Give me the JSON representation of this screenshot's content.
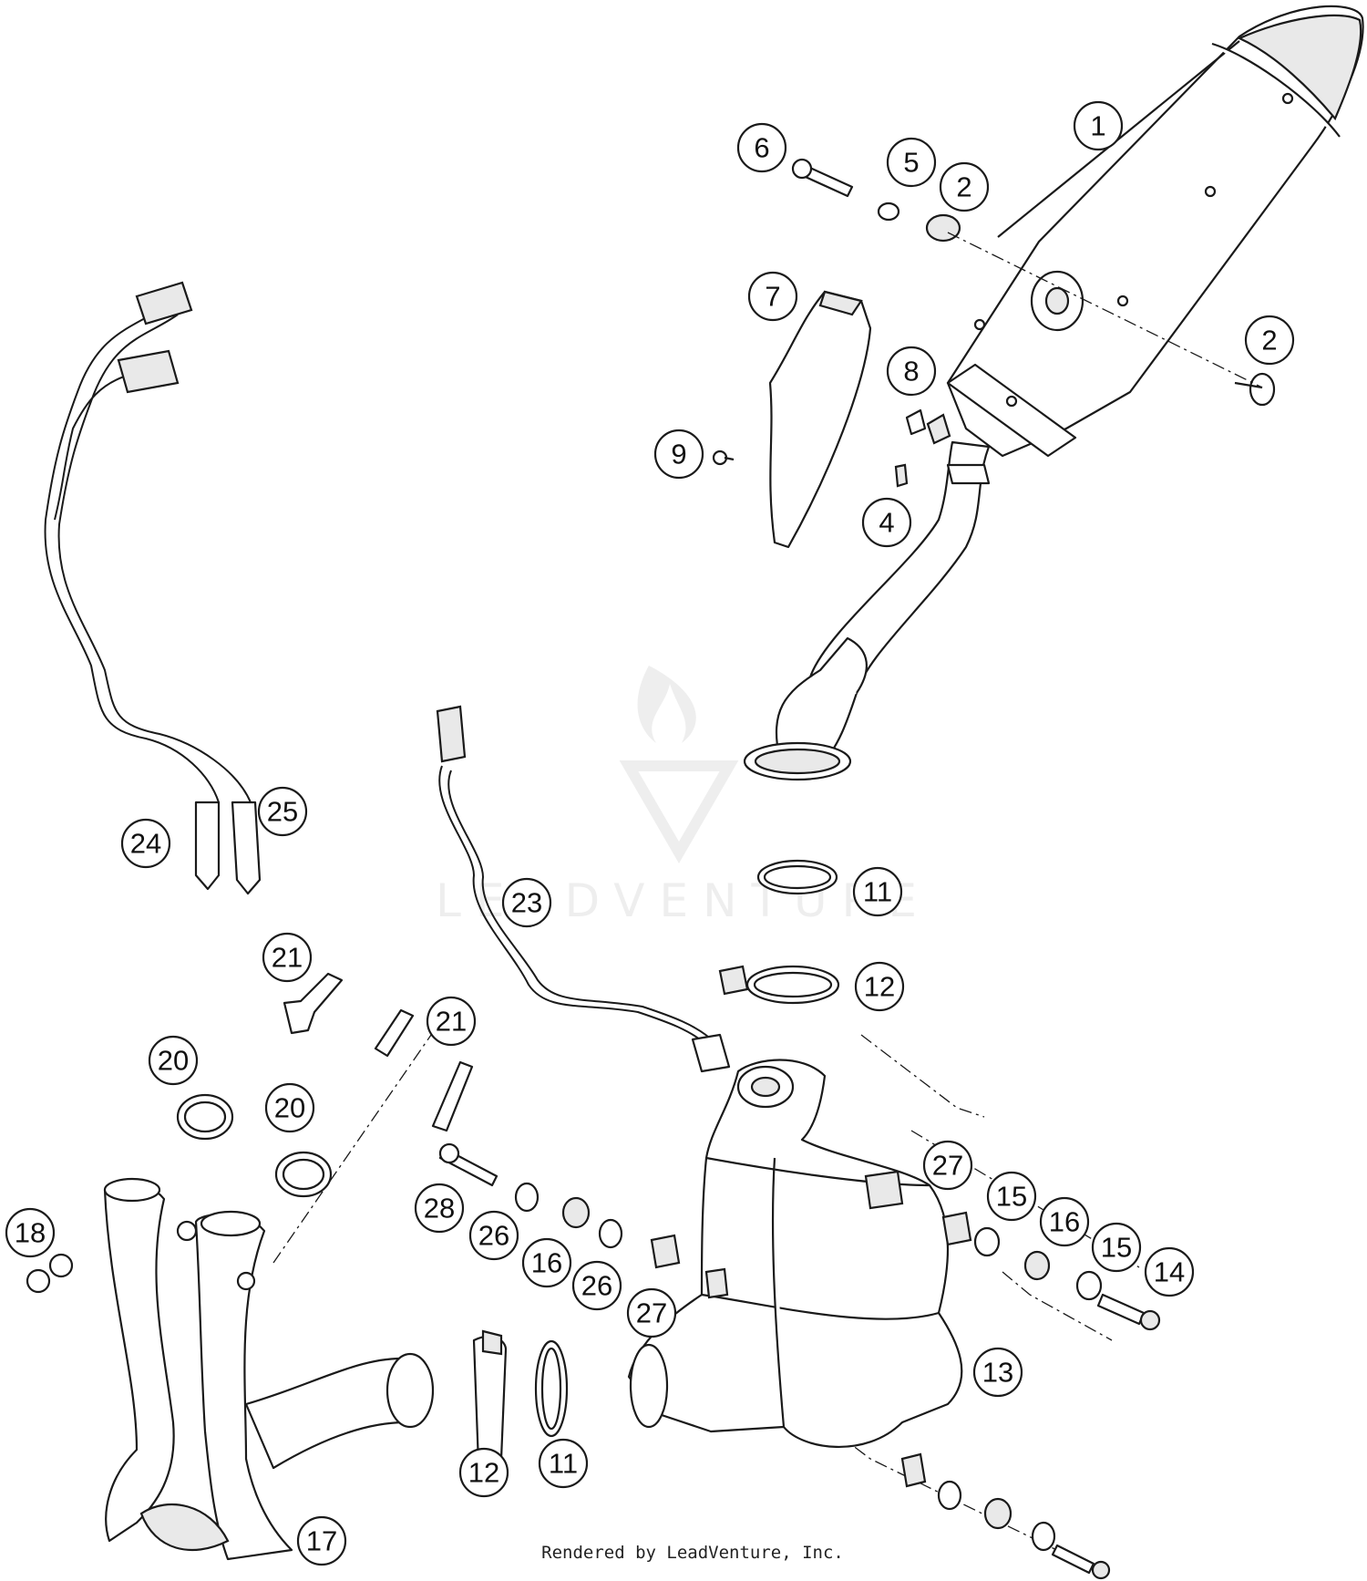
{
  "diagram": {
    "credit": "Rendered by LeadVenture, Inc.",
    "watermark": "LEADVENTURE",
    "callouts": [
      {
        "id": "c1",
        "label": "1"
      },
      {
        "id": "c2a",
        "label": "2"
      },
      {
        "id": "c2b",
        "label": "2"
      },
      {
        "id": "c4",
        "label": "4"
      },
      {
        "id": "c5",
        "label": "5"
      },
      {
        "id": "c6",
        "label": "6"
      },
      {
        "id": "c7",
        "label": "7"
      },
      {
        "id": "c8",
        "label": "8"
      },
      {
        "id": "c9",
        "label": "9"
      },
      {
        "id": "c11a",
        "label": "11"
      },
      {
        "id": "c11b",
        "label": "11"
      },
      {
        "id": "c12a",
        "label": "12"
      },
      {
        "id": "c12b",
        "label": "12"
      },
      {
        "id": "c13",
        "label": "13"
      },
      {
        "id": "c14",
        "label": "14"
      },
      {
        "id": "c15a",
        "label": "15"
      },
      {
        "id": "c15b",
        "label": "15"
      },
      {
        "id": "c16a",
        "label": "16"
      },
      {
        "id": "c16b",
        "label": "16"
      },
      {
        "id": "c17",
        "label": "17"
      },
      {
        "id": "c18",
        "label": "18"
      },
      {
        "id": "c20a",
        "label": "20"
      },
      {
        "id": "c20b",
        "label": "20"
      },
      {
        "id": "c21a",
        "label": "21"
      },
      {
        "id": "c21b",
        "label": "21"
      },
      {
        "id": "c23",
        "label": "23"
      },
      {
        "id": "c24",
        "label": "24"
      },
      {
        "id": "c25",
        "label": "25"
      },
      {
        "id": "c26a",
        "label": "26"
      },
      {
        "id": "c26b",
        "label": "26"
      },
      {
        "id": "c27a",
        "label": "27"
      },
      {
        "id": "c27b",
        "label": "27"
      },
      {
        "id": "c28",
        "label": "28"
      }
    ]
  }
}
